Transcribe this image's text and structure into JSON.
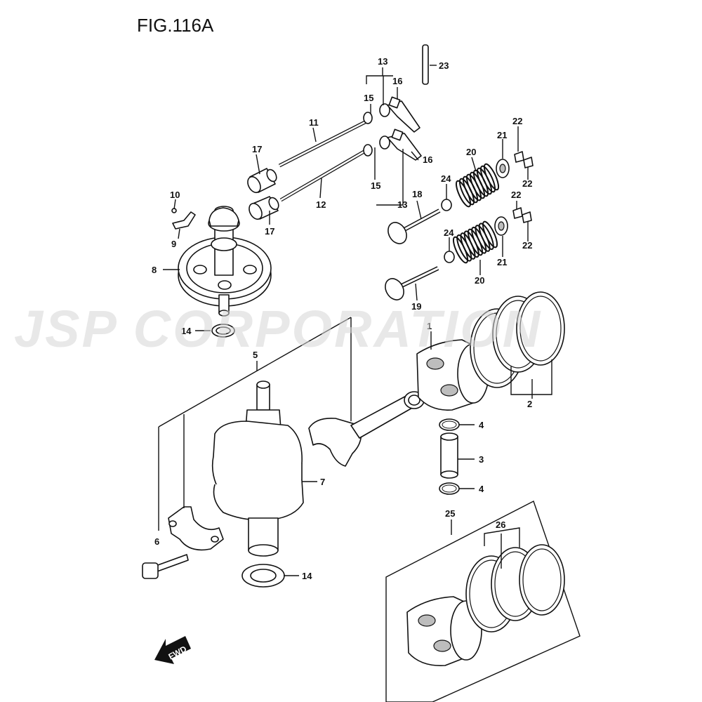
{
  "figure": {
    "title": "FIG.116A"
  },
  "watermark": {
    "text": "JSP CORPORATION"
  },
  "fwd_arrow": {
    "label": "FWD"
  },
  "callouts": [
    "1",
    "2",
    "3",
    "4",
    "4",
    "5",
    "6",
    "7",
    "8",
    "9",
    "10",
    "11",
    "12",
    "13",
    "13",
    "14",
    "14",
    "15",
    "15",
    "16",
    "16",
    "17",
    "17",
    "18",
    "19",
    "20",
    "20",
    "21",
    "21",
    "22",
    "22",
    "22",
    "22",
    "23",
    "24",
    "24",
    "25",
    "26"
  ]
}
